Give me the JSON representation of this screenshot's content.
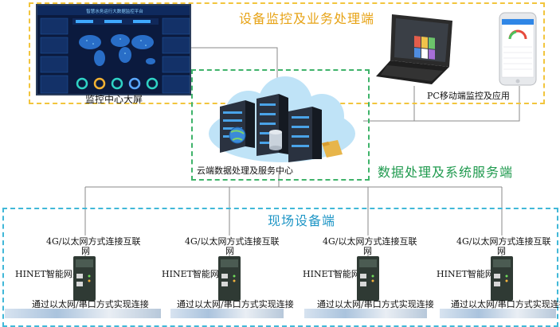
{
  "zones": {
    "top_title": "设备监控及业务处理端",
    "mid_title": "数据处理及系统服务端",
    "bottom_title": "现场设备端"
  },
  "top": {
    "big_screen_label": "监控中心大屏",
    "big_screen_header": "智慧水务运行大数据监控平台",
    "mobile_label": "PC移动端监控及应用"
  },
  "cloud": {
    "label": "云端数据处理及服务中心"
  },
  "sites": [
    {
      "connect_line1": "4G/以太网方式连接互联",
      "connect_line2": "网",
      "gateway": "HINET智能网关",
      "field": "通过以太网/串口方式实现连接"
    },
    {
      "connect_line1": "4G/以太网方式连接互联",
      "connect_line2": "网",
      "gateway": "HINET智能网关",
      "field": "通过以太网/串口方式实现连接"
    },
    {
      "connect_line1": "4G/以太网方式连接互联",
      "connect_line2": "网",
      "gateway": "HINET智能网关",
      "field": "通过以太网/串口方式实现连接"
    },
    {
      "connect_line1": "4G/以太网方式连接互联",
      "connect_line2": "网",
      "gateway": "HINET智能网关",
      "field": "通过以太网/串口方式实现连接"
    }
  ],
  "colors": {
    "top_zone": "#f2c53d",
    "mid_zone": "#3fb36a",
    "bottom_zone": "#41b8d8"
  }
}
